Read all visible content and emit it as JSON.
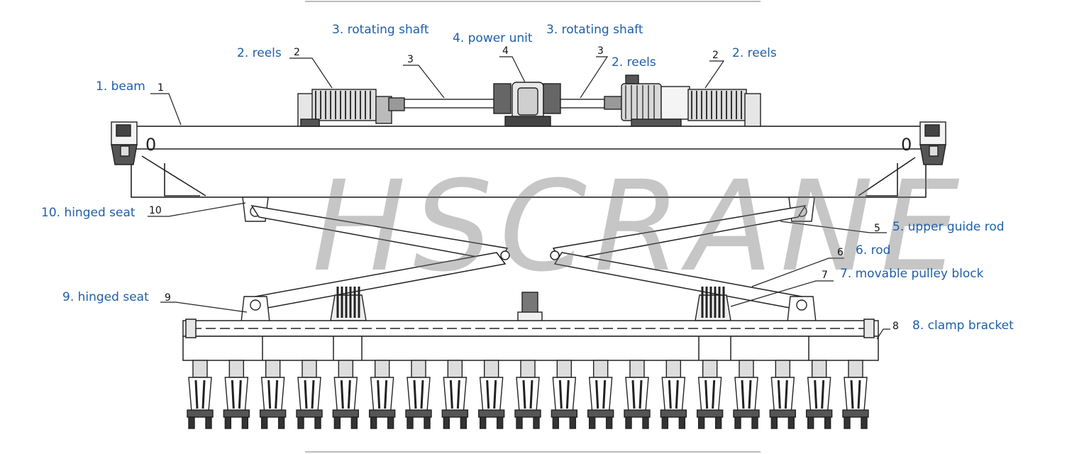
{
  "watermark": "HSCRANE",
  "colors": {
    "label": "#1f5fa8",
    "line": "#222222",
    "watermark": "#787878"
  },
  "labels": {
    "beam": "1. beam",
    "reels_left": "2. reels",
    "reels_mid": "2. reels",
    "reels_right": "2. reels",
    "shaft_left": "3. rotating shaft",
    "shaft_right": "3. rotating shaft",
    "power_unit": "4. power unit",
    "upper_guide_rod": "5. upper guide rod",
    "rod": "6. rod",
    "movable_pulley_block": "7. movable pulley block",
    "clamp_bracket": "8. clamp bracket",
    "hinged_seat_lower": "9. hinged seat",
    "hinged_seat_upper": "10. hinged seat"
  },
  "numbers": {
    "n1": "1",
    "n2a": "2",
    "n2b": "2",
    "n3a": "3",
    "n3b": "3",
    "n4": "4",
    "n5": "5",
    "n6": "6",
    "n7": "7",
    "n8": "8",
    "n9": "9",
    "n10": "10"
  },
  "beam_marks": {
    "left": "0",
    "right": "0"
  },
  "clamp_count": 19
}
